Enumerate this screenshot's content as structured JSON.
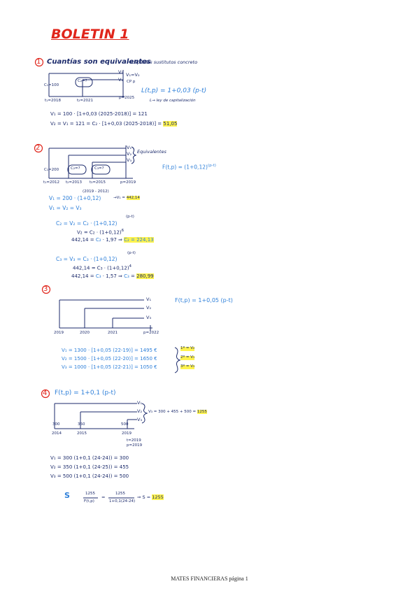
{
  "title": "BOLETIN 1",
  "footer": "MATES FINANCIERAS página 1",
  "colors": {
    "red": "#e0251b",
    "navy": "#1b2a6b",
    "blue": "#2d7fd9",
    "highlight": "#fff34d"
  },
  "ex1": {
    "num": "1",
    "heading": "Cuantías son equivalentes",
    "note": "→capitales sustitutos concreto",
    "v1v2": "V₁=V₂",
    "v1": "V₁",
    "v2": "V₂",
    "cap": "CP p",
    "c1": "C₁=100",
    "c2": "C₂=?",
    "t1": "t₁=2018",
    "t2": "t₂=2021",
    "p": "p=2025",
    "law": "L(t,p) = 1+0,03 (p-t)",
    "law_note": "L→ ley de capitalización",
    "eq1": "V₁ = 100 · [1+0,03 (2025-2018)] = 121",
    "eq2a": "V₂ = V₁ = 121 = C₂ · [1+0,03 (2025-2018)] = ",
    "eq2b": "51,05"
  },
  "ex2": {
    "num": "2",
    "v1": "V₁",
    "v2": "V₂",
    "v3": "V₃",
    "equiv": "Equivalentes",
    "law": "F(t,p) = (1+0,12)",
    "law_exp": "(p-t)",
    "c1": "C₁=200",
    "c2": "C₂=?",
    "c3": "C₃=?",
    "t1": "t₁=2012",
    "t2": "t₂=2013",
    "t3": "t₃=2015",
    "p": "p=2019",
    "eq1": "V₁ = 200 · (1+0,12)",
    "eq1_exp": "(2019 - 2012)",
    "eq1_res_a": "→V₁ = ",
    "eq1_res_b": "442,14",
    "eq2": "V₁ = V₂ = V₃",
    "c2a": "C₂ =  V₂ = C₂ · (1+0,12)",
    "c2a_exp": "(p-t)",
    "c2b": "V₂ = C₂ · (1+0,12)",
    "c2b_exp": "6",
    "c2c_a": "442,14 = ",
    "c2c_b": "C₂",
    "c2c_c": " · 1,97 ⇒ ",
    "c2c_d": "C₂ = 224,13",
    "c3a": "C₃ = V₃ = C₃ · (1+0,12)",
    "c3a_exp": "(p-t)",
    "c3b": "442,14 = C₃ · (1+0,12)",
    "c3b_exp": "4",
    "c3c_a": "442,14 = ",
    "c3c_b": "C₃",
    "c3c_c": " · 1,57 ⇒ ",
    "c3c_d": "C₃",
    "c3c_e": " = ",
    "c3c_f": "280,99"
  },
  "ex3": {
    "num": "3",
    "law": "F(t,p) = 1+0,05 (p-t)",
    "v1": "V₁",
    "v2": "V₂",
    "v3": "V₃",
    "y1": "2019",
    "y2": "2020",
    "y3": "2021",
    "p": "p=2022",
    "eq1": "V₁ = 1300 · [1+0,05 (22-19)] = 1495 €",
    "eq2": "V₂ =  1500 · [1+0,05 (22-20)] = 1650 €",
    "eq3": "V₃ = 1000 · [1+0,05 (22-21)] = 1050 €",
    "r1": "1º = V₂",
    "r2": "2º = V₁",
    "r3": "3º = V₃"
  },
  "ex4": {
    "num": "4",
    "law": "F(t,p) = 1+0,1 (p-t)",
    "v1": "V₁",
    "v2": "V₂",
    "v3": "V₃",
    "sum_a": "V₃ = 300 + 455 + 500 = ",
    "sum_b": "1255",
    "a1": "300",
    "a2": "350",
    "a3": "500",
    "y1": "2014",
    "y2": "2015",
    "y3": "2019",
    "t": "t=2019",
    "p": "p=2019",
    "eq1": "V₁ = 300 (1+0,1 (24-24)) = 300",
    "eq2": "V₂ = 350 (1+0,1 (24-25)) = 455",
    "eq3": "V₃ = 500 (1+0,1 (24-24)) = 500",
    "s": "S",
    "s_num": "1255",
    "s_den": "F(t,p)",
    "s_num2": "1255",
    "s_den2": "1+0,1(24-24)",
    "s_res_a": "⇒ S = ",
    "s_res_b": "1255"
  }
}
